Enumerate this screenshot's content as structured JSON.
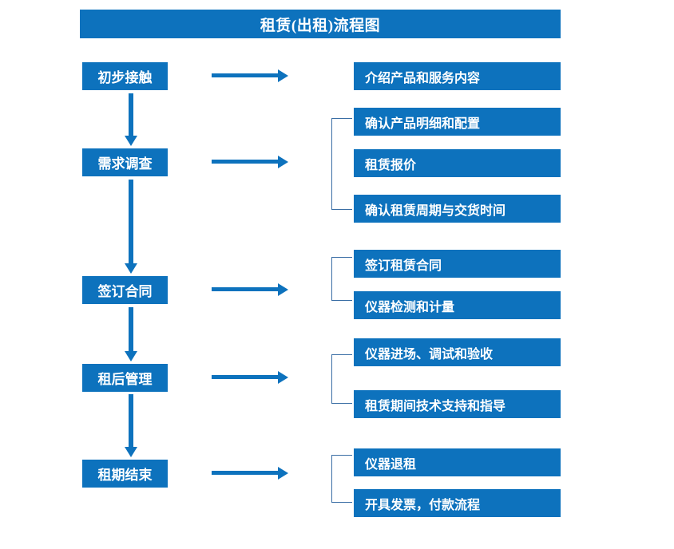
{
  "title": "租赁(出租)流程图",
  "theme": {
    "box_fill": "#0d72bd",
    "box_text": "#ffffff",
    "arrow_color": "#0d72bd",
    "bracket_color": "#3a6ea5",
    "background": "#ffffff"
  },
  "stages": [
    {
      "id": "initial-contact",
      "label": "初步接触"
    },
    {
      "id": "needs-survey",
      "label": "需求调查"
    },
    {
      "id": "sign-contract",
      "label": "签订合同"
    },
    {
      "id": "post-rent-mgmt",
      "label": "租后管理"
    },
    {
      "id": "rental-end",
      "label": "租期结束"
    }
  ],
  "details": [
    {
      "id": "intro-products",
      "label": "介绍产品和服务内容"
    },
    {
      "id": "confirm-spec-config",
      "label": "确认产品明细和配置"
    },
    {
      "id": "rental-quotation",
      "label": "租赁报价"
    },
    {
      "id": "confirm-period-delivery",
      "label": "确认租赁周期与交货时间"
    },
    {
      "id": "sign-rental-contract",
      "label": "签订租赁合同"
    },
    {
      "id": "instrument-test-meter",
      "label": "仪器检测和计量"
    },
    {
      "id": "instrument-entry-commission",
      "label": "仪器进场、调试和验收"
    },
    {
      "id": "tech-support-guidance",
      "label": "租赁期间技术支持和指导"
    },
    {
      "id": "instrument-return",
      "label": "仪器退租"
    },
    {
      "id": "invoice-payment",
      "label": "开具发票，付款流程"
    }
  ]
}
